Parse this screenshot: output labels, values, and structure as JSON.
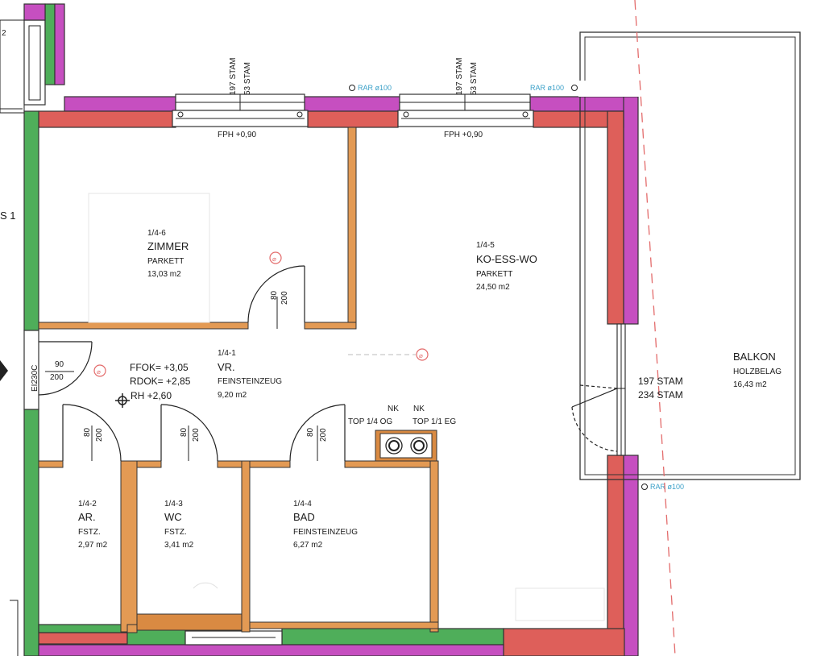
{
  "window_labels": {
    "left_stam_197": "197 STAM",
    "left_stam_53": "53 STAM",
    "right_stam_197": "197 STAM",
    "right_stam_53": "53 STAM",
    "fph_left": "FPH +0,90",
    "fph_right": "FPH +0,90",
    "rar_1": "RAR ø100",
    "rar_2": "RAR ø100",
    "rar_3": "RAR ø100"
  },
  "rooms": {
    "zimmer": {
      "number": "1/4-6",
      "name": "ZIMMER",
      "floor": "PARKETT",
      "area": "13,03 m2"
    },
    "koesswo": {
      "number": "1/4-5",
      "name": "KO-ESS-WO",
      "floor": "PARKETT",
      "area": "24,50 m2"
    },
    "vr": {
      "number": "1/4-1",
      "name": "VR.",
      "floor": "FEINSTEINZEUG",
      "area": "9,20 m2"
    },
    "ar": {
      "number": "1/4-2",
      "name": "AR.",
      "floor": "FSTZ.",
      "area": "2,97 m2"
    },
    "wc": {
      "number": "1/4-3",
      "name": "WC",
      "floor": "FSTZ.",
      "area": "3,41 m2"
    },
    "bad": {
      "number": "1/4-4",
      "name": "BAD",
      "floor": "FEINSTEINZEUG",
      "area": "6,27 m2"
    },
    "balkon": {
      "name": "BALKON",
      "floor": "HOLZBELAG",
      "area": "16,43 m2"
    }
  },
  "levels": {
    "ffok": "FFOK= +3,05",
    "rdok": "RDOK= +2,85",
    "rh": "RH +2,60"
  },
  "balcony_door": {
    "stam_197": "197 STAM",
    "stam_234": "234 STAM"
  },
  "doors": {
    "zimmer_w": "80",
    "zimmer_h": "200",
    "entry_w": "90",
    "entry_h": "200",
    "entry_tag": "EI230C",
    "ar_w": "80",
    "ar_h": "200",
    "wc_w": "80",
    "wc_h": "200",
    "bad_w": "80",
    "bad_h": "200"
  },
  "nk": {
    "left_title": "NK",
    "left_sub": "TOP 1/4 OG",
    "right_title": "NK",
    "right_sub": "TOP 1/1 EG"
  },
  "edge": {
    "left_number": "2",
    "left_s1": "S 1"
  },
  "colors": {
    "exterior_wall": "#de5f5a",
    "insulation": "#c64fc0",
    "party_wall": "#4fae5a",
    "partition": "#e39a54",
    "railing_dash": "#e36b6b",
    "rar_text": "#3aa0c8"
  }
}
